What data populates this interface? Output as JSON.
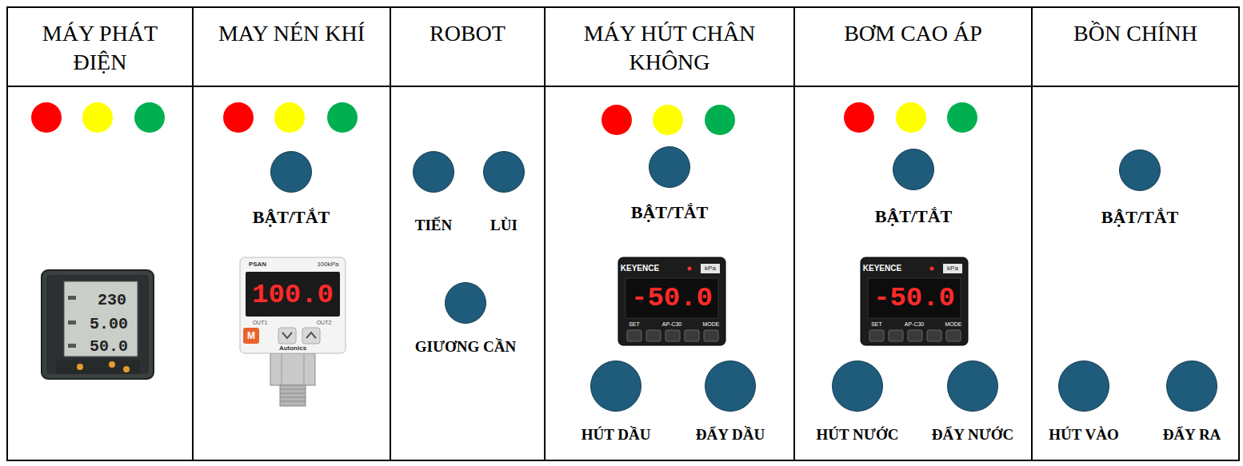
{
  "diagram": {
    "nodes": [
      {
        "text": [
          "MÁY PHÁT ĐIỆN"
        ]
      },
      {
        "text": [
          "MAY NÉN KHÍ"
        ]
      },
      {
        "text": [
          "BẬT/TẮT"
        ],
        "in": 1
      },
      {
        "text": [
          "ROBOT"
        ]
      },
      {
        "text": [
          "TIẾN"
        ],
        "in": 3
      },
      {
        "text": [
          "LÙI"
        ],
        "in": 3
      },
      {
        "text": [
          "GIƯƠNG CẦN"
        ],
        "in": 3
      },
      {
        "text": [
          "MÁY HÚT CHÂN KHÔNG"
        ]
      },
      {
        "text": [
          "BẬT/TẮT"
        ],
        "in": 7
      },
      {
        "text": [
          "HÚT DẦU"
        ],
        "in": 7
      },
      {
        "text": [
          "ĐẨY DẦU"
        ],
        "in": 7
      },
      {
        "text": [
          "BƠM CAO ÁP"
        ]
      },
      {
        "text": [
          "BẬT/TẮT"
        ],
        "in": 11
      },
      {
        "text": [
          "HÚT NƯỚC"
        ],
        "in": 11
      },
      {
        "text": [
          "ĐẨY NƯỚC"
        ],
        "in": 11
      },
      {
        "text": [
          "BỒN CHÍNH"
        ]
      },
      {
        "text": [
          "BẬT/TẮT"
        ],
        "in": 15
      },
      {
        "text": [
          "HÚT VÀO"
        ],
        "in": 15
      },
      {
        "text": [
          "ĐẨY RA"
        ],
        "in": 15
      }
    ],
    "labels": [
      "230",
      "5.00",
      "50.0",
      "PSAN",
      "100kPa",
      "100.0",
      "OUT1",
      "OUT2",
      "M",
      "Autonics",
      "KEYENCE",
      "kPa",
      "-50.0",
      "SET",
      "AP-C30",
      "MODE",
      "KEYENCE",
      "kPa",
      "-50.0",
      "SET",
      "AP-C30",
      "MODE"
    ]
  }
}
